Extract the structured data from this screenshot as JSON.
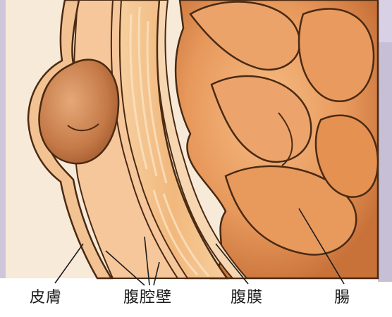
{
  "labels": {
    "skin": "皮膚",
    "abdominal_wall": "腹腔壁",
    "peritoneum": "腹膜",
    "intestine": "腸"
  },
  "colors": {
    "background_tint": "#cfc6dc",
    "skin_fill": "#f5c8a0",
    "wall_fill": "#f3bf8a",
    "intestine_fill": "#e8995c",
    "intestine_shadow": "#c8723a",
    "outline": "#4a2a12",
    "leader_line": "#1c1c1c"
  }
}
